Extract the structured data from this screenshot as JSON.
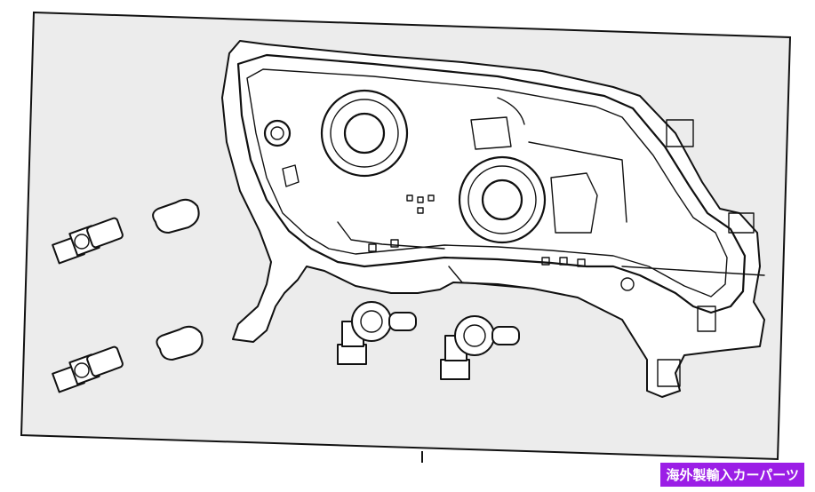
{
  "badge": {
    "text": "海外製輸入カーパーツ",
    "background": "#9b1ee6",
    "color": "#ffffff"
  },
  "colors": {
    "panel_background": "#ececec",
    "line": "#111111",
    "part_fill": "#ffffff"
  },
  "parts": [
    {
      "name": "headlamp-assembly"
    },
    {
      "name": "socket-upper-left"
    },
    {
      "name": "bulb-upper-left"
    },
    {
      "name": "socket-lower-left"
    },
    {
      "name": "bulb-lower-left"
    },
    {
      "name": "h-bulb-center"
    },
    {
      "name": "h-bulb-right"
    }
  ]
}
